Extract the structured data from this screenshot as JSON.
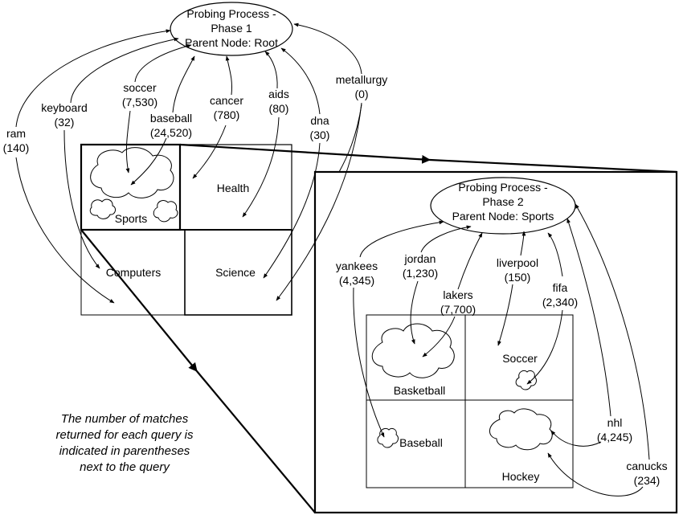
{
  "phase1": {
    "line1": "Probing Process -",
    "line2": "Phase 1",
    "line3": "Parent Node: Root"
  },
  "phase2": {
    "line1": "Probing Process -",
    "line2": "Phase 2",
    "line3": "Parent Node: Sports"
  },
  "phase1_categories": {
    "sports": "Sports",
    "health": "Health",
    "computers": "Computers",
    "science": "Science"
  },
  "phase2_categories": {
    "basketball": "Basketball",
    "soccer": "Soccer",
    "baseball": "Baseball",
    "hockey": "Hockey"
  },
  "phase1_queries": [
    {
      "term": "ram",
      "count": "(140)"
    },
    {
      "term": "keyboard",
      "count": "(32)"
    },
    {
      "term": "soccer",
      "count": "(7,530)"
    },
    {
      "term": "baseball",
      "count": "(24,520)"
    },
    {
      "term": "cancer",
      "count": "(780)"
    },
    {
      "term": "aids",
      "count": "(80)"
    },
    {
      "term": "dna",
      "count": "(30)"
    },
    {
      "term": "metallurgy",
      "count": "(0)"
    }
  ],
  "phase2_queries": [
    {
      "term": "yankees",
      "count": "(4,345)"
    },
    {
      "term": "jordan",
      "count": "(1,230)"
    },
    {
      "term": "lakers",
      "count": "(7,700)"
    },
    {
      "term": "liverpool",
      "count": "(150)"
    },
    {
      "term": "fifa",
      "count": "(2,340)"
    },
    {
      "term": "nhl",
      "count": "(4,245)"
    },
    {
      "term": "canucks",
      "count": "(234)"
    }
  ],
  "note": {
    "line1": "The number of matches",
    "line2": "returned for each query is",
    "line3": "indicated in parentheses",
    "line4": "next to the query"
  }
}
